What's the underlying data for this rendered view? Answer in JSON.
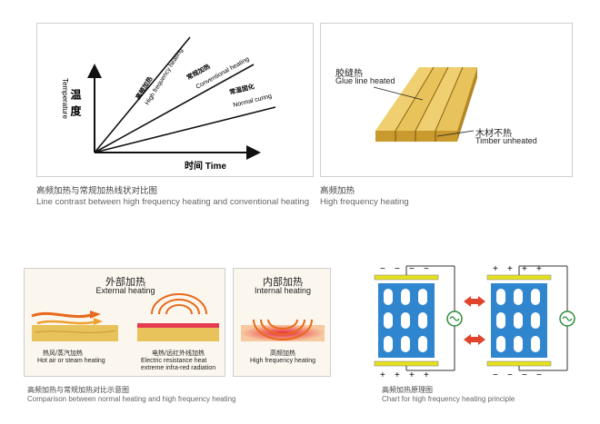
{
  "line_chart": {
    "y_cn": "温度",
    "y_en": "Temperature",
    "x_label": "时间 Time",
    "hf_cn": "高频加热",
    "hf_en": "High frequency heating",
    "conv_cn": "常规加热",
    "conv_en": "Conventional heating",
    "normal_cn": "常温固化",
    "normal_en": "Normal curing",
    "caption_cn": "高频加热与常规加热线状对比图",
    "caption_en": "Line contrast between high frequency heating and conventional heating"
  },
  "wood_panel": {
    "glue_cn": "胶缝热",
    "glue_en": "Glue line heated",
    "timber_cn": "木材不热",
    "timber_en": "Timber unheated",
    "caption_cn": "高频加热",
    "caption_en": "High frequency heating",
    "colors": {
      "wood": "#e8c25a",
      "wood_dark": "#c99a2e"
    }
  },
  "external": {
    "title_cn": "外部加热",
    "title_en": "External heating",
    "left_cn": "热风/蒸汽加热",
    "left_en": "Hot air or steam heating",
    "right_cn": "电热/远红外线加热",
    "right_en_1": "Electric resistance heat",
    "right_en_2": "extreme infra-red radiation"
  },
  "internal": {
    "title_cn": "内部加热",
    "title_en": "Internal heating",
    "sub_cn": "高频加热",
    "sub_en": "High frequency heating"
  },
  "bottom_caption": {
    "cn": "高频加热与常规加热对比示意图",
    "en": "Comparison between normal heating and high frequency heating"
  },
  "principle": {
    "left_top_signs": [
      "−",
      "−",
      "−",
      "−"
    ],
    "left_bottom_signs": [
      "+",
      "+",
      "+",
      "+"
    ],
    "right_top_signs": [
      "+",
      "+",
      "+",
      "+"
    ],
    "right_bottom_signs": [
      "−",
      "−",
      "−",
      "−"
    ],
    "caption_cn": "高频加热原理图",
    "caption_en": "Chart for high frequency heating principle",
    "colors": {
      "plate": "#e6e020",
      "cell": "#2f86cf",
      "arrow": "#e0442c",
      "ac": "#2e8b3a"
    }
  }
}
